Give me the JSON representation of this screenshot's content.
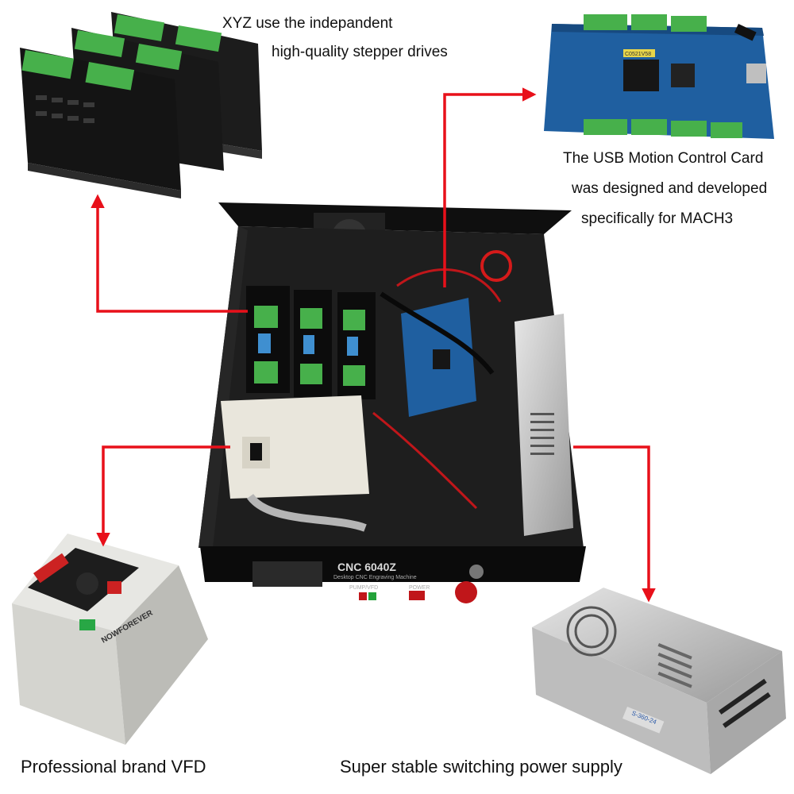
{
  "captions": {
    "drives_line1": "XYZ use the indepandent",
    "drives_line2": "high-quality stepper drives",
    "card_line1": "The USB Motion Control Card",
    "card_line2": "was designed and developed",
    "card_line3": "specifically for MACH3",
    "vfd": "Professional brand VFD",
    "psu": "Super stable switching power supply"
  },
  "product_marks": {
    "box_model": "CNC 6040Z",
    "box_subtitle": "Desktop CNC Engraving Machine",
    "switch_pump_vfd": "PUMP/VFD",
    "switch_power": "POWER",
    "vfd_brand": "NOWFOREVER",
    "psu_model": "S-360-24",
    "card_chip": "C0521V58",
    "psu_panel_label": "S-360-24"
  },
  "colors": {
    "arrow": "#e8101a",
    "terminal_green": "#47b04b",
    "board_blue": "#1f5fa0",
    "enclosure": "#151515"
  }
}
